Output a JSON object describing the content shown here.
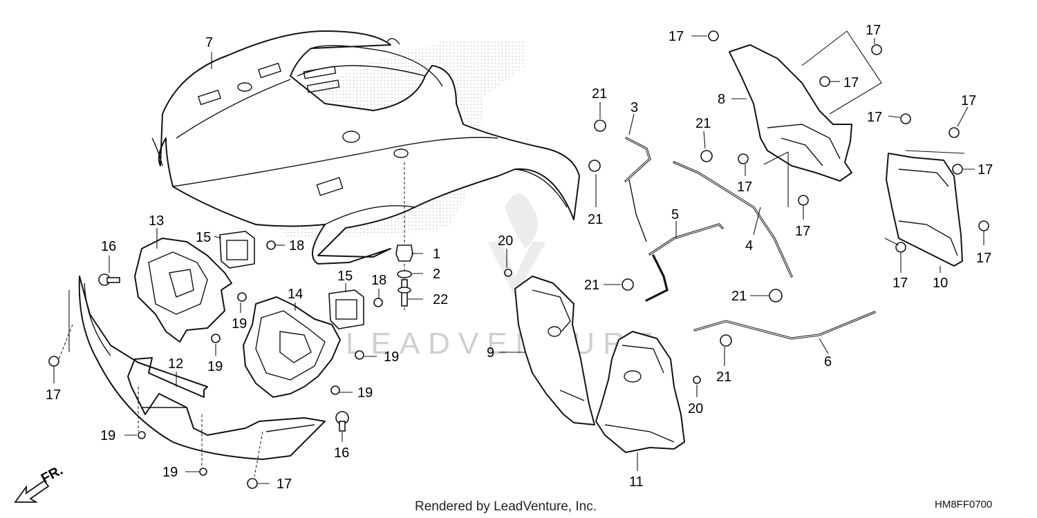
{
  "diagram": {
    "footer_text": "Rendered by LeadVenture, Inc.",
    "diagram_code": "HM8FF0700",
    "direction_label": "FR.",
    "watermark_text": "LEADVENTURE",
    "callouts": [
      {
        "id": "c7",
        "text": "7"
      },
      {
        "id": "c13",
        "text": "13"
      },
      {
        "id": "c15a",
        "text": "15"
      },
      {
        "id": "c18a",
        "text": "18"
      },
      {
        "id": "c16a",
        "text": "16"
      },
      {
        "id": "c1",
        "text": "1"
      },
      {
        "id": "c2",
        "text": "2"
      },
      {
        "id": "c22",
        "text": "22"
      },
      {
        "id": "c15b",
        "text": "15"
      },
      {
        "id": "c18b",
        "text": "18"
      },
      {
        "id": "c14",
        "text": "14"
      },
      {
        "id": "c19a",
        "text": "19"
      },
      {
        "id": "c19b",
        "text": "19"
      },
      {
        "id": "c19c",
        "text": "19"
      },
      {
        "id": "c19d",
        "text": "19"
      },
      {
        "id": "c19e",
        "text": "19"
      },
      {
        "id": "c19f",
        "text": "19"
      },
      {
        "id": "c12",
        "text": "12"
      },
      {
        "id": "c17a",
        "text": "17"
      },
      {
        "id": "c17b",
        "text": "17"
      },
      {
        "id": "c16b",
        "text": "16"
      },
      {
        "id": "c20a",
        "text": "20"
      },
      {
        "id": "c9",
        "text": "9"
      },
      {
        "id": "c11",
        "text": "11"
      },
      {
        "id": "c20b",
        "text": "20"
      },
      {
        "id": "c21a",
        "text": "21"
      },
      {
        "id": "c3",
        "text": "3"
      },
      {
        "id": "c21b",
        "text": "21"
      },
      {
        "id": "c5",
        "text": "5"
      },
      {
        "id": "c21c",
        "text": "21"
      },
      {
        "id": "c21d",
        "text": "21"
      },
      {
        "id": "c4",
        "text": "4"
      },
      {
        "id": "c21e",
        "text": "21"
      },
      {
        "id": "c21f",
        "text": "21"
      },
      {
        "id": "c6",
        "text": "6"
      },
      {
        "id": "c17c",
        "text": "17"
      },
      {
        "id": "c8",
        "text": "8"
      },
      {
        "id": "c17d",
        "text": "17"
      },
      {
        "id": "c17e",
        "text": "17"
      },
      {
        "id": "c17f",
        "text": "17"
      },
      {
        "id": "c17g",
        "text": "17"
      },
      {
        "id": "c17h",
        "text": "17"
      },
      {
        "id": "c17i",
        "text": "17"
      },
      {
        "id": "c17j",
        "text": "17"
      },
      {
        "id": "c17k",
        "text": "17"
      },
      {
        "id": "c17l",
        "text": "17"
      },
      {
        "id": "c10",
        "text": "10"
      }
    ]
  }
}
